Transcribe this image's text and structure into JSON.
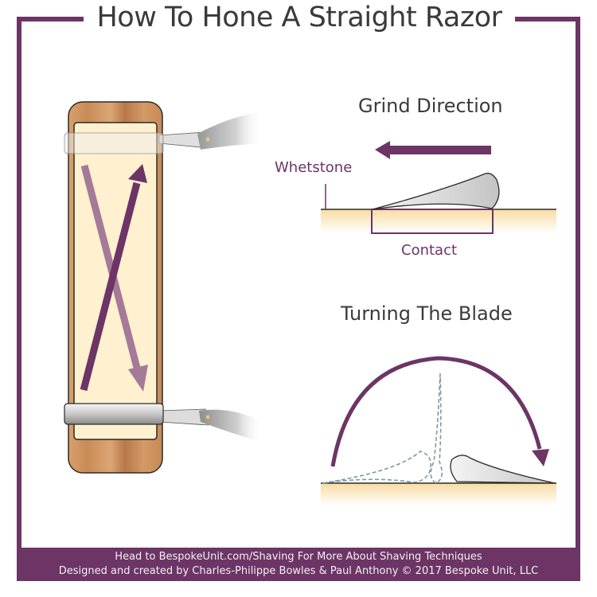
{
  "title": "How To Hone A Straight Razor",
  "sections": {
    "grind": {
      "heading": "Grind Direction",
      "whetstone_label": "Whetstone",
      "contact_label": "Contact",
      "arrow_direction": "left"
    },
    "turning": {
      "heading": "Turning The Blade",
      "arrow_direction": "clockwise"
    },
    "stone": {
      "stroke_arrows": [
        "up-right",
        "down-right"
      ]
    }
  },
  "footer": {
    "line1": "Head to BespokeUnit.com/Shaving For More About Shaving Techniques",
    "line2": "Designed and created by Charles-Philippe Bowles & Paul Anthony © 2017 Bespoke Unit, LLC"
  },
  "colors": {
    "accent": "#6c3565",
    "accent_light": "#a57a98",
    "stone_face": "#fff1cf",
    "wood": "#c98b55",
    "text": "#3a3a3a",
    "blade_outline": "#7c9aa0"
  }
}
